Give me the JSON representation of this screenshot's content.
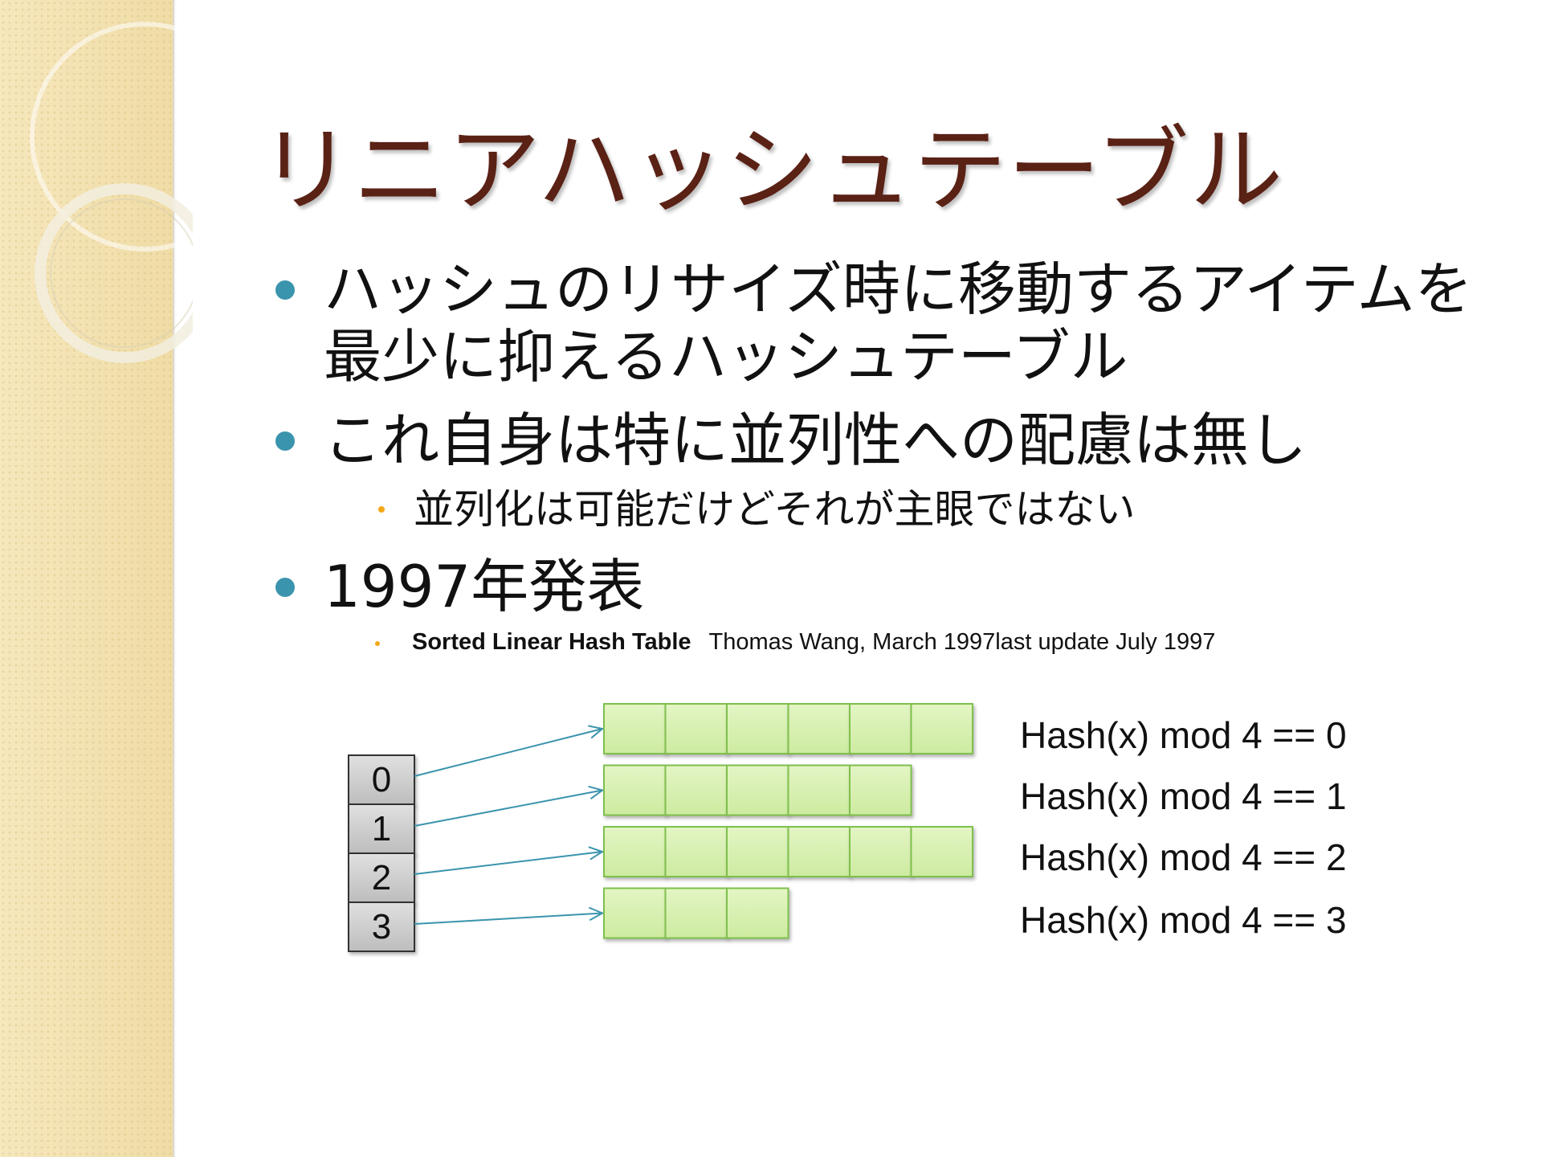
{
  "slide": {
    "title": "リニアハッシュテーブル",
    "bullets": [
      {
        "line1": "ハッシュのリサイズ時に移動するアイテムを",
        "line2": "最少に抑えるハッシュテーブル"
      },
      {
        "text": "これ自身は特に並列性への配慮は無し"
      },
      {
        "text": "1997年発表"
      }
    ],
    "sub_bullets": [
      {
        "text": "並列化は可能だけどそれが主眼ではない"
      }
    ],
    "reference": {
      "bold": "Sorted Linear Hash Table",
      "rest": "Thomas  Wang, March 1997last update July 1997"
    }
  },
  "diagram": {
    "index_labels": [
      "0",
      "1",
      "2",
      "3"
    ],
    "bucket_sizes": [
      6,
      5,
      6,
      3
    ],
    "hash_labels": [
      "Hash(x) mod 4 == 0",
      "Hash(x) mod 4 == 1",
      "Hash(x) mod 4 == 2",
      "Hash(x) mod 4 == 3"
    ]
  },
  "colors": {
    "title": "#5a2115",
    "bullet_dot": "#3b94ad",
    "sub_dot": "#f2a819",
    "cell_fill": "#d9f1b4",
    "cell_stroke": "#7fc04d",
    "index_fill": "#cccccc",
    "arrow": "#3b94ad"
  }
}
